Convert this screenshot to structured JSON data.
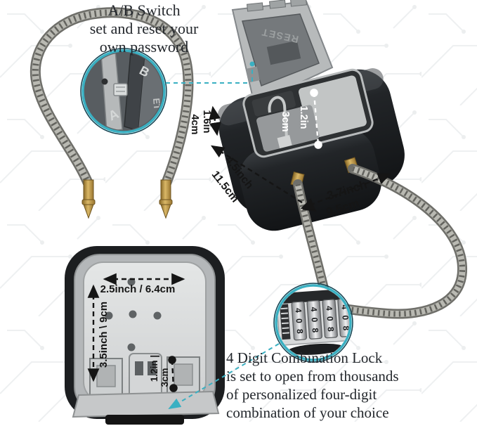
{
  "colors": {
    "accent_cyan": "#3ab0c2",
    "text_dark": "#23272c",
    "dim_text": "#151515",
    "box_black": "#1d1f22",
    "silver": "#c9cbcc",
    "brass": "#b5913f",
    "cable_gray": "#8f8f8c"
  },
  "annotations": {
    "ab_switch": {
      "line1": "A/B Switch",
      "line2": "set and reset your",
      "line3": "own password"
    },
    "combo_text": {
      "line1": "4 Digit Combination Lock",
      "line2": "is set to open from thousands",
      "line3": "of personalized four-digit",
      "line4": "combination of your choice"
    }
  },
  "top_box": {
    "lid_label": "RESET",
    "dim_inner_in": "1.2in",
    "dim_inner_cm": "3cm",
    "dim_height_in": "1.6in",
    "dim_height_cm": "4cm",
    "dim_width_in": "4.5inch",
    "dim_width_cm": "11.5cm",
    "dim_cable_in": "3.7inch",
    "dim_cable_cm": "9.5cm"
  },
  "back_plate": {
    "dim_width": "2.5inch / 6.4cm",
    "dim_height": "3.5inch \\ 9cm",
    "dim_depth_in": "1.2in |",
    "dim_depth_cm": "3cm"
  },
  "inset_ab": {
    "label_b": "B",
    "label_a": "A",
    "label_partial": "ET"
  },
  "inset_combo": {
    "digit_top": "4",
    "digit_mid": "0",
    "digit_bot": "8"
  }
}
